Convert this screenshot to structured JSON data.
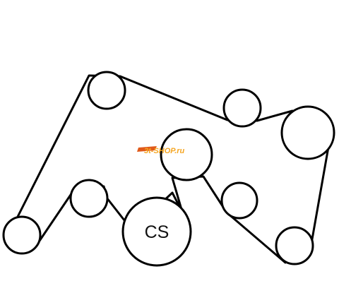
{
  "diagram": {
    "pulleys": [
      {
        "id": "p1",
        "label": ""
      },
      {
        "id": "p2",
        "label": ""
      },
      {
        "id": "p3",
        "label": ""
      },
      {
        "id": "p4",
        "label": ""
      },
      {
        "id": "p5",
        "label": ""
      },
      {
        "id": "p6",
        "label": "CS"
      },
      {
        "id": "p7",
        "label": ""
      },
      {
        "id": "p8",
        "label": ""
      },
      {
        "id": "p9",
        "label": ""
      },
      {
        "id": "p10",
        "label": ""
      }
    ]
  },
  "watermark": {
    "text": "3t-SHOP.ru",
    "colors": {
      "primary": "#f5a623",
      "accent": "#e05a1a"
    }
  }
}
